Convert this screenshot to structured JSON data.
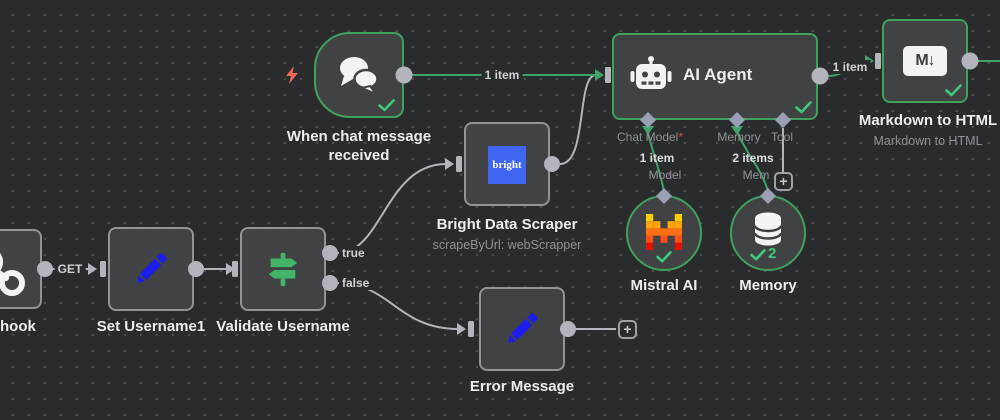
{
  "colors": {
    "canvas_bg": "#2a2b2c",
    "node_fill": "#404244",
    "border_gray": "#919398",
    "border_green": "#3fa060",
    "wire_gray": "#b2b5bb",
    "wire_green": "#3fa36a",
    "check_green": "#40c97e",
    "diamond_gray": "#9aa0b3",
    "required_red": "#e5484d",
    "bolt_orange": "#ec6a56",
    "pencil_blue": "#1d1def",
    "bright_blue": "#4065f0",
    "signpost_green": "#42b568"
  },
  "nodes": {
    "webhook": {
      "label": "hook"
    },
    "set_username": {
      "label": "Set Username1"
    },
    "validate": {
      "label": "Validate Username",
      "out_true": "true",
      "out_false": "false"
    },
    "chat_trigger": {
      "label": "When chat message received"
    },
    "bright_data": {
      "label": "Bright Data Scraper",
      "subtitle": "scrapeByUrl: webScrapper",
      "icon_text": "bright"
    },
    "ai_agent": {
      "label": "AI Agent",
      "port_chat_model": "Chat Model",
      "required_mark": "*",
      "port_memory": "Memory",
      "port_tool": "Tool"
    },
    "mistral": {
      "label": "Mistral AI"
    },
    "memory": {
      "label": "Memory",
      "badge_count": "2"
    },
    "markdown": {
      "label": "Markdown to HTML",
      "subtitle": "Markdown to HTML",
      "icon_text": "M↓"
    }
  },
  "wires": {
    "get_label": "GET",
    "chat_items": "1 item",
    "agent_out_items": "1 item",
    "model_items": "1 item",
    "model_name": "Model",
    "memory_items": "2 items",
    "memory_name": "Mem",
    "plus": "+"
  }
}
